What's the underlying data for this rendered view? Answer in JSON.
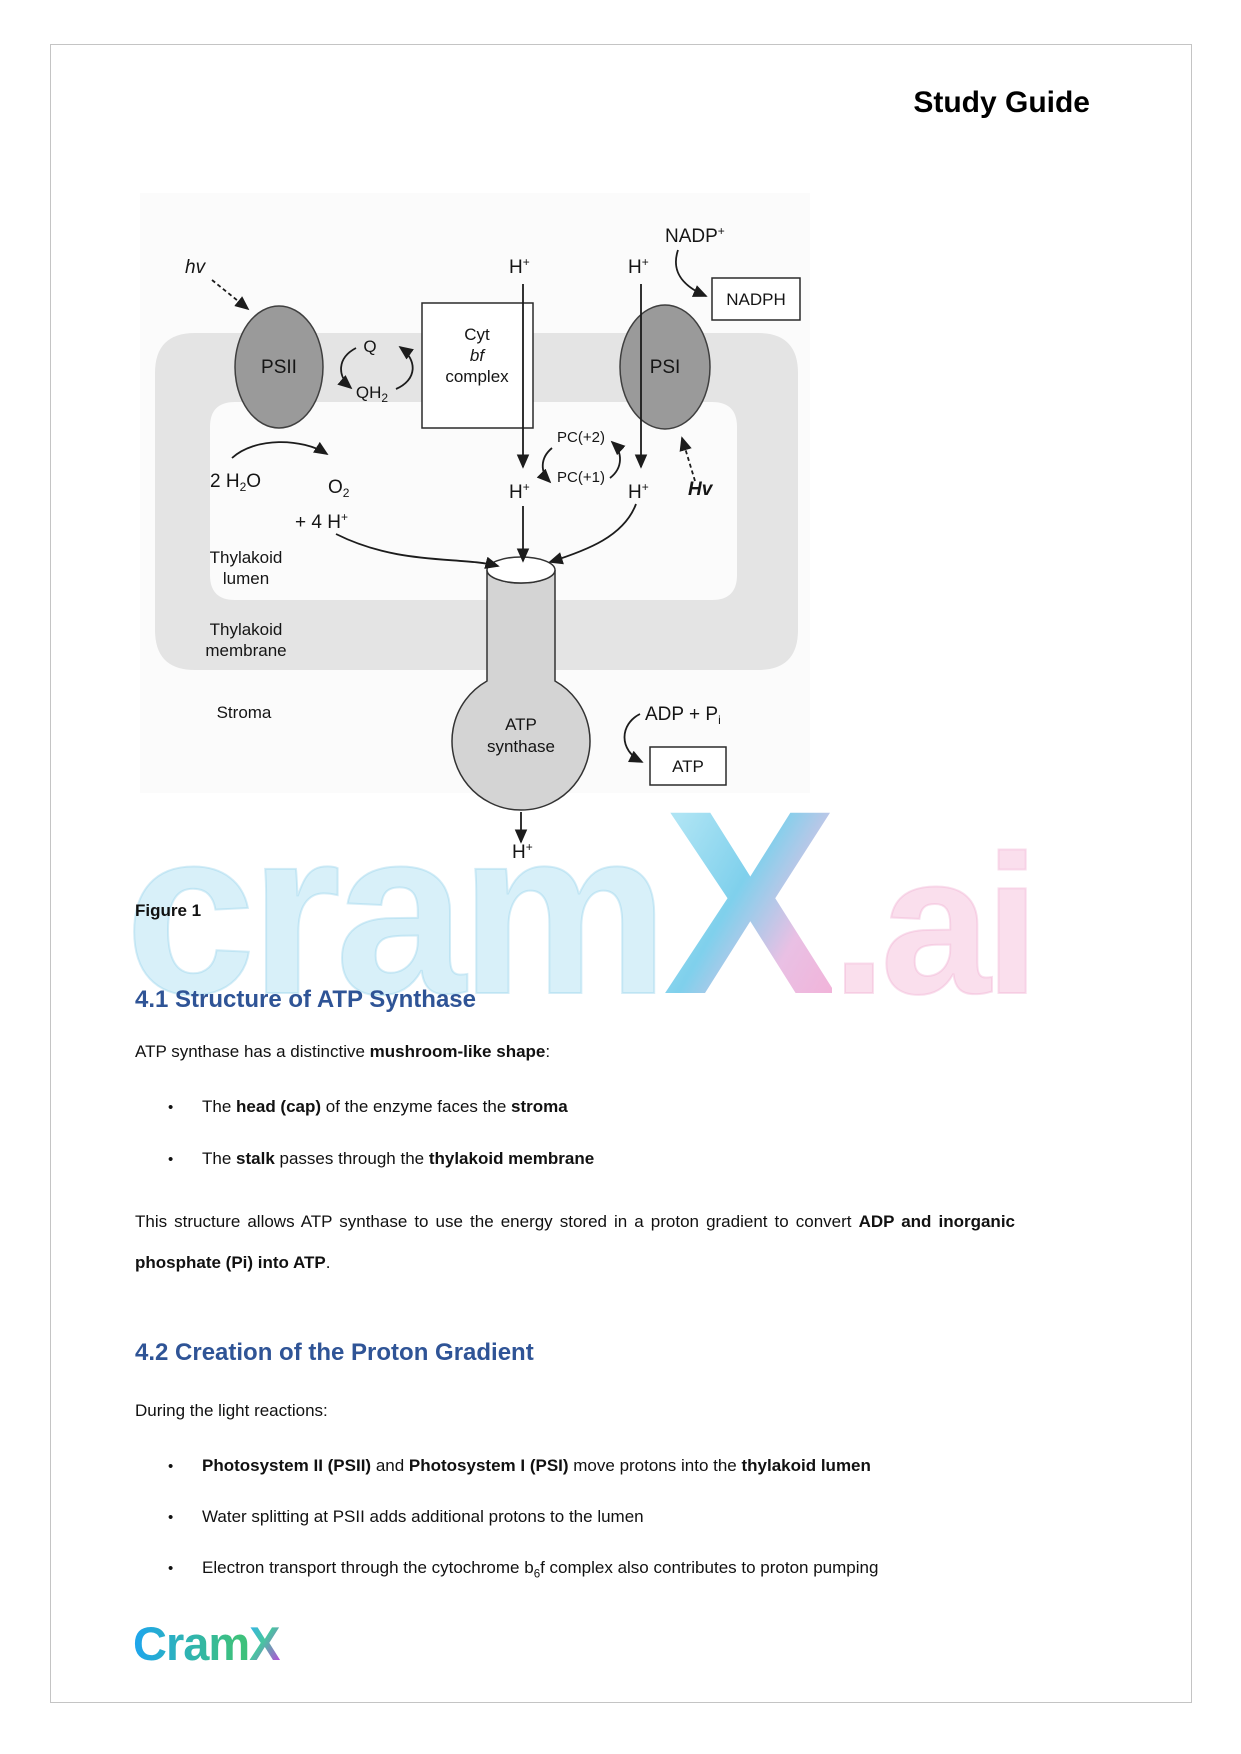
{
  "page": {
    "title": "Study Guide",
    "figure_caption": "Figure 1"
  },
  "ui": {
    "bullet_char": "•"
  },
  "watermark": {
    "part1": "cram",
    "part2": "X",
    "part3": ".ai"
  },
  "diagram": {
    "labels": {
      "hv": "hv",
      "psii": "PSII",
      "q": "Q",
      "qh2": {
        "base": "QH",
        "sub": "2"
      },
      "cyt1": "Cyt",
      "cyt2": "bf",
      "cyt3": "complex",
      "h": {
        "base": "H",
        "sup": "+"
      },
      "psi": "PSI",
      "nadp": {
        "base": "NADP",
        "sup": "+"
      },
      "nadph": "NADPH",
      "pc2": "PC(+2)",
      "pc1": "PC(+1)",
      "hv2": "Hv",
      "water": {
        "a": "2 H",
        "sub": "2",
        "b": "O"
      },
      "o2": {
        "base": "O",
        "sub": "2"
      },
      "plus4h": {
        "base": "+ 4 H",
        "sup": "+"
      },
      "lumen1": "Thylakoid",
      "lumen2": "lumen",
      "mem1": "Thylakoid",
      "mem2": "membrane",
      "stroma": "Stroma",
      "atps1": "ATP",
      "atps2": "synthase",
      "adp": {
        "base": "ADP  +  P",
        "sub": "i"
      },
      "atp": "ATP"
    },
    "colors": {
      "membrane": "#e4e4e4",
      "photosystem_fill": "#9a9a9a",
      "synthase_fill": "#d4d4d4",
      "line": "#1c1c1c"
    }
  },
  "sections": [
    {
      "heading": "4.1 Structure of ATP Synthase",
      "intro_runs": [
        {
          "t": "ATP synthase has a distinctive "
        },
        {
          "t": "mushroom-like shape",
          "b": 1
        },
        {
          "t": ":"
        }
      ],
      "bullets": [
        [
          {
            "t": "The "
          },
          {
            "t": "head (cap)",
            "b": 1
          },
          {
            "t": " of the enzyme faces the "
          },
          {
            "t": "stroma",
            "b": 1
          }
        ],
        [
          {
            "t": "The "
          },
          {
            "t": "stalk",
            "b": 1
          },
          {
            "t": " passes through the "
          },
          {
            "t": "thylakoid membrane",
            "b": 1
          }
        ]
      ],
      "outro_runs": [
        {
          "t": "This structure allows ATP synthase to use the energy stored in a proton gradient to convert "
        },
        {
          "t": "ADP and inorganic phosphate (Pi) into ATP",
          "b": 1
        },
        {
          "t": "."
        }
      ]
    },
    {
      "heading": "4.2 Creation of the Proton Gradient",
      "intro_runs": [
        {
          "t": "During the light reactions:"
        }
      ],
      "bullets": [
        [
          {
            "t": "Photosystem II (PSII)",
            "b": 1
          },
          {
            "t": " and "
          },
          {
            "t": "Photosystem I (PSI)",
            "b": 1
          },
          {
            "t": " move protons into the "
          },
          {
            "t": "thylakoid lumen",
            "b": 1
          }
        ],
        [
          {
            "t": "Water splitting at PSII adds additional protons to the lumen"
          }
        ],
        [
          {
            "t": "Electron transport through the cytochrome b"
          },
          {
            "t": "6",
            "sub": 1
          },
          {
            "t": "f complex also contributes to proton pumping"
          }
        ]
      ]
    }
  ],
  "footer": {
    "logo_part1": "Cram",
    "logo_part2": "X"
  }
}
